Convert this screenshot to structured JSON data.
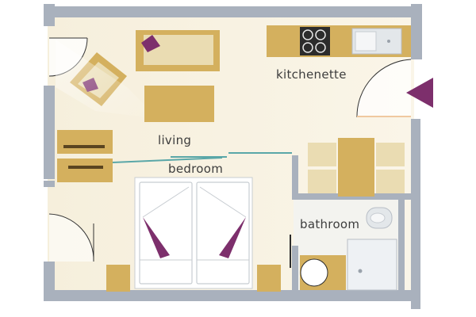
{
  "rooms": {
    "kitchenette": "kitchenette",
    "living": "living",
    "bedroom": "bedroom",
    "bathroom": "bathroom"
  },
  "colors": {
    "wall": "#a9b1bd",
    "floor": "#f8f2e2",
    "furniture_dark": "#d4b05e",
    "furniture_light": "#eadcb2",
    "accent_purple": "#7d2f6c",
    "partition_teal": "#5aa7a8",
    "appliance_gray": "#2c2c2c",
    "sink_gray": "#d8dde2"
  },
  "icons": {
    "entrance": "entrance-arrow-icon"
  }
}
